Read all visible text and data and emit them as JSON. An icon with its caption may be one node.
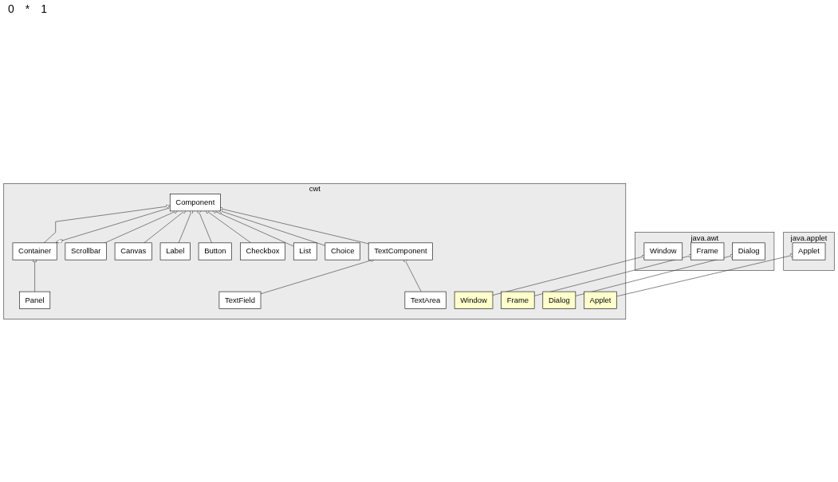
{
  "diagram": {
    "nodes": [
      {
        "text": [
          "java.applet"
        ]
      },
      {
        "text": [
          "Applet"
        ],
        "in": 0
      },
      {
        "text": [
          "java.awt"
        ]
      },
      {
        "text": [
          "Window"
        ],
        "in": 2
      },
      {
        "text": [
          "Frame"
        ],
        "in": 2
      },
      {
        "text": [
          "Dialog"
        ],
        "in": 2
      },
      {
        "text": [
          "cwt"
        ]
      },
      {
        "text": [
          "Applet"
        ],
        "in": 6
      },
      {
        "text": [
          "Window"
        ],
        "in": 6
      },
      {
        "text": [
          "Frame"
        ],
        "in": 6
      },
      {
        "text": [
          "Dialog"
        ],
        "in": 6
      },
      {
        "text": [
          "Component"
        ],
        "in": 6
      },
      {
        "text": [
          "Container"
        ],
        "in": 6
      },
      {
        "text": [
          "Panel"
        ],
        "in": 6
      },
      {
        "text": [
          "Scrollbar"
        ],
        "in": 6
      },
      {
        "text": [
          "Canvas"
        ],
        "in": 6
      },
      {
        "text": [
          "Label"
        ],
        "in": 6
      },
      {
        "text": [
          "Button"
        ],
        "in": 6
      },
      {
        "text": [
          "Checkbox"
        ],
        "in": 6
      },
      {
        "text": [
          "List"
        ],
        "in": 6
      },
      {
        "text": [
          "Choice"
        ],
        "in": 6
      },
      {
        "text": [
          "TextComponent"
        ],
        "in": 6
      },
      {
        "text": [
          "TextField"
        ],
        "in": 6
      },
      {
        "text": [
          "TextArea"
        ],
        "in": 6
      }
    ],
    "edges": [
      {
        "from": 7,
        "to": 1,
        "arrow": "to"
      },
      {
        "from": 8,
        "to": 3,
        "arrow": "to"
      },
      {
        "from": 9,
        "to": 4,
        "arrow": "to"
      },
      {
        "from": 10,
        "to": 5,
        "arrow": "to"
      },
      {
        "from": 12,
        "to": 11,
        "arrow": "other"
      },
      {
        "from": 12,
        "to": 11,
        "arrow": "to"
      },
      {
        "from": 13,
        "to": 12,
        "arrow": "to"
      },
      {
        "from": 14,
        "to": 11,
        "arrow": "to"
      },
      {
        "from": 15,
        "to": 11,
        "arrow": "to"
      },
      {
        "from": 16,
        "to": 11,
        "arrow": "to"
      },
      {
        "from": 17,
        "to": 11,
        "arrow": "to"
      },
      {
        "from": 18,
        "to": 11,
        "arrow": "to"
      },
      {
        "from": 19,
        "to": 11,
        "arrow": "to"
      },
      {
        "from": 20,
        "to": 11,
        "arrow": "to"
      },
      {
        "from": 21,
        "to": 11,
        "arrow": "to"
      },
      {
        "from": 22,
        "to": 21,
        "arrow": "to"
      },
      {
        "from": 23,
        "to": 21,
        "arrow": "to"
      }
    ],
    "labels": [
      "0",
      "*",
      "1"
    ]
  }
}
